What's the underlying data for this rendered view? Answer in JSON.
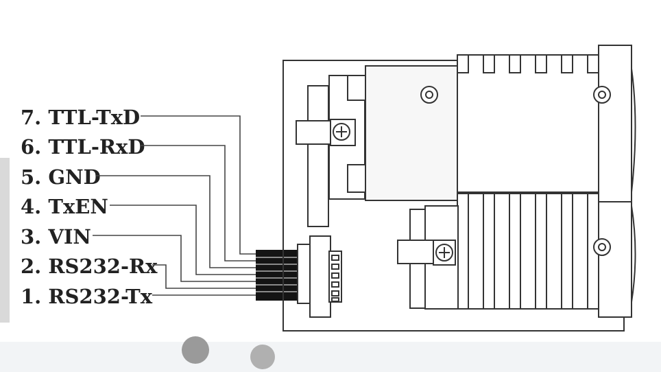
{
  "pins": [
    {
      "label": "7. TTL-TxD"
    },
    {
      "label": "6. TTL-RxD"
    },
    {
      "label": "5. GND"
    },
    {
      "label": "4. TxEN"
    },
    {
      "label": "3. VIN"
    },
    {
      "label": "2. RS232-Rx"
    },
    {
      "label": "1. RS232-Tx"
    }
  ],
  "colors": {
    "line": "#333333",
    "wire": "#111111",
    "text": "#222222",
    "background": "#ffffff"
  }
}
